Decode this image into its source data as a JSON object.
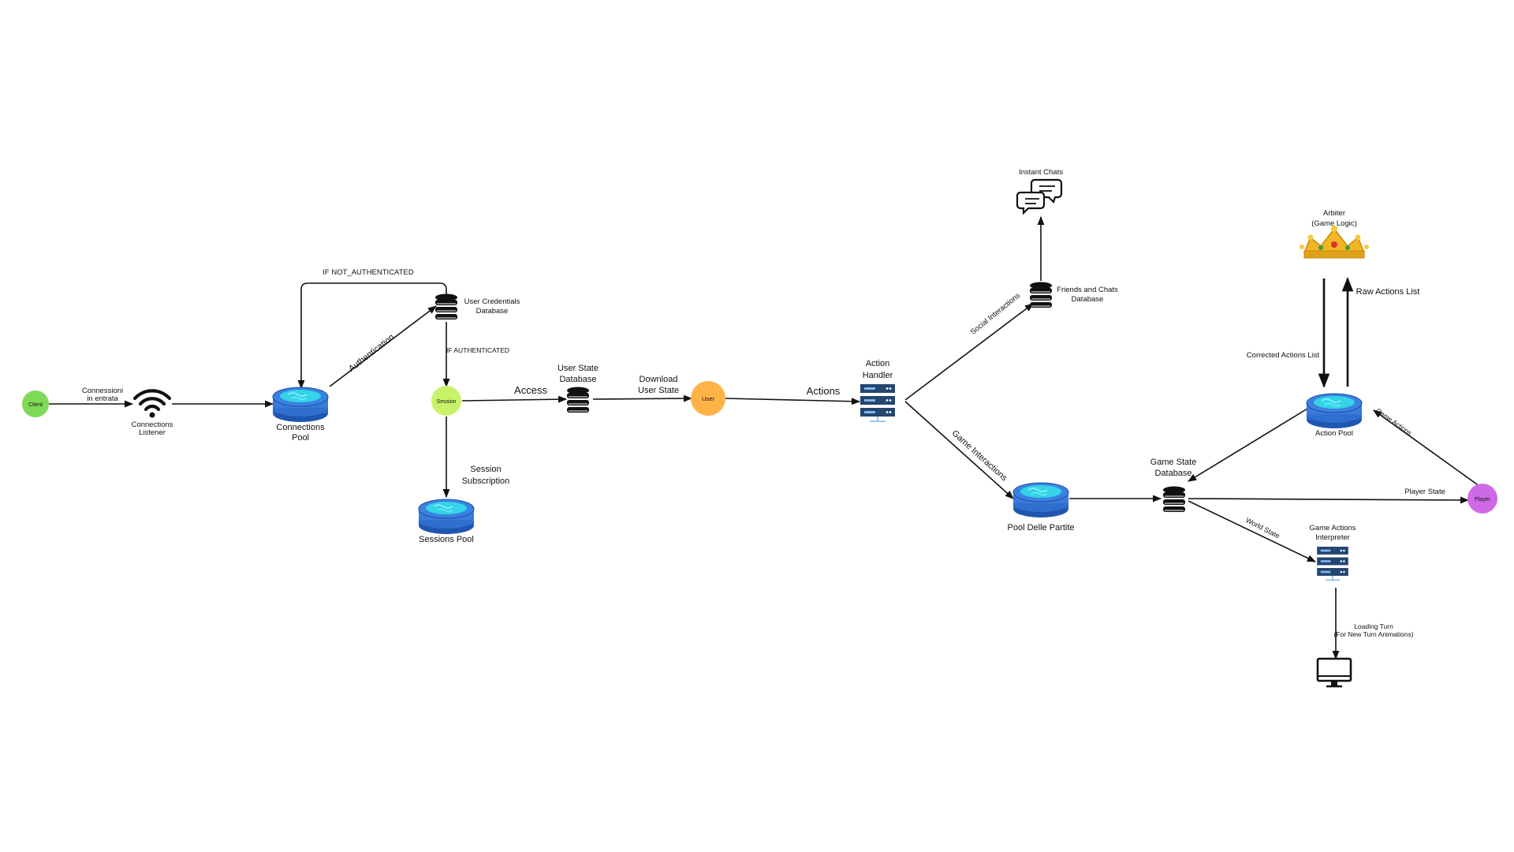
{
  "nodes": {
    "client": "Client",
    "listener": [
      "Connections",
      "Listener"
    ],
    "incoming": [
      "Connessioni",
      "in entrata"
    ],
    "connections_pool": [
      "Connections",
      "Pool"
    ],
    "credentials_db": [
      "User Credentials",
      "Database"
    ],
    "session": "Session",
    "sessions_pool": "Sessions Pool",
    "user_state_db": [
      "User State",
      "Database"
    ],
    "user": "User",
    "action_handler": [
      "Action",
      "Handler"
    ],
    "instant_chats": "Instant Chats",
    "friends_db": [
      "Friends and Chats",
      "Database"
    ],
    "pool_partite": "Pool Delle Partite",
    "game_state_db": [
      "Game State",
      "Database"
    ],
    "arbiter": [
      "Arbiter",
      "(Game Logic)"
    ],
    "action_pool": "Action Pool",
    "player": "Player",
    "interpreter": [
      "Game Actions",
      "Interpreter"
    ],
    "loading_turn": [
      "Loading Turn",
      "(For New Turn Animations)"
    ]
  },
  "edges": {
    "if_not_auth": "IF NOT_AUTHENTICATED",
    "authentication": "Authentication",
    "if_auth": "IF AUTHENTICATED",
    "access": "Access",
    "session_sub": [
      "Session",
      "Subscription"
    ],
    "download": [
      "Download",
      "User State"
    ],
    "actions": "Actions",
    "social": "Social Interactions",
    "game_interactions": "Game Interactions",
    "corrected": "Corrected Actions List",
    "raw": "Raw Actions List",
    "game_actions": "Game Actions",
    "player_state": "Player State",
    "world_state": "World State"
  },
  "colors": {
    "client": "#7ed957",
    "session": "#c9f26b",
    "user": "#ffb347",
    "player": "#cf6ae6",
    "pool_blue": "#2f6fd0",
    "pool_cyan": "#34d3e8",
    "server_dark": "#24466f",
    "crown_gold": "#f2b625"
  },
  "icons": {
    "listener": "wifi-icon",
    "database": "database-icon",
    "pool": "pool-disc-icon",
    "server": "server-rack-icon",
    "chat": "chat-bubbles-icon",
    "crown": "crown-icon",
    "monitor": "monitor-icon"
  }
}
